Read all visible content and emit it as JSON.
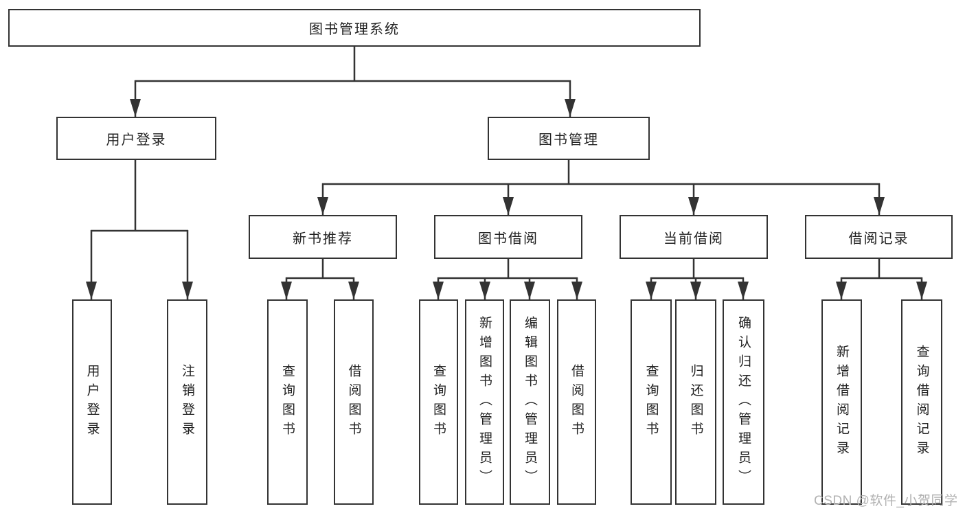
{
  "diagram": {
    "type": "hierarchy-tree",
    "colors": {
      "line": "#333333",
      "box_border": "#333333",
      "box_background": "#ffffff",
      "text": "#222222",
      "watermark_text": "#b1b1b1"
    },
    "tree": {
      "label": "图书管理系统",
      "children": [
        {
          "label": "用户登录",
          "children": [
            {
              "label": "用户登录"
            },
            {
              "label": "注销登录"
            }
          ]
        },
        {
          "label": "图书管理",
          "children": [
            {
              "label": "新书推荐",
              "children": [
                {
                  "label": "查询图书"
                },
                {
                  "label": "借阅图书"
                }
              ]
            },
            {
              "label": "图书借阅",
              "children": [
                {
                  "label": "查询图书"
                },
                {
                  "label": "新增图书（管理员）"
                },
                {
                  "label": "编辑图书（管理员）"
                },
                {
                  "label": "借阅图书"
                }
              ]
            },
            {
              "label": "当前借阅",
              "children": [
                {
                  "label": "查询图书"
                },
                {
                  "label": "归还图书"
                },
                {
                  "label": "确认归还（管理员）"
                }
              ]
            },
            {
              "label": "借阅记录",
              "children": [
                {
                  "label": "新增借阅记录"
                },
                {
                  "label": "查询借阅记录"
                }
              ]
            }
          ]
        }
      ]
    },
    "watermark": {
      "text": "CSDN @软件_小贺同学"
    }
  }
}
